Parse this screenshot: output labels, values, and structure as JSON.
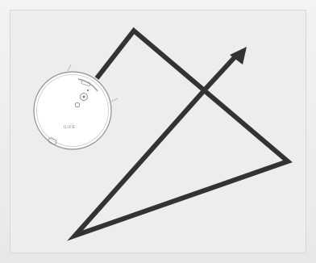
{
  "illustration": {
    "subject": "robot-vacuum-cleaning-path",
    "robot_brand": "ILIFE",
    "colors": {
      "background": "#ffffff",
      "panel": "#ededed",
      "path_stroke": "#333333",
      "robot_body": "#ffffff",
      "robot_outline": "#8f8f8f"
    },
    "path_shape": "triangular-zigzag",
    "direction_marker": "arrow-up-right"
  }
}
